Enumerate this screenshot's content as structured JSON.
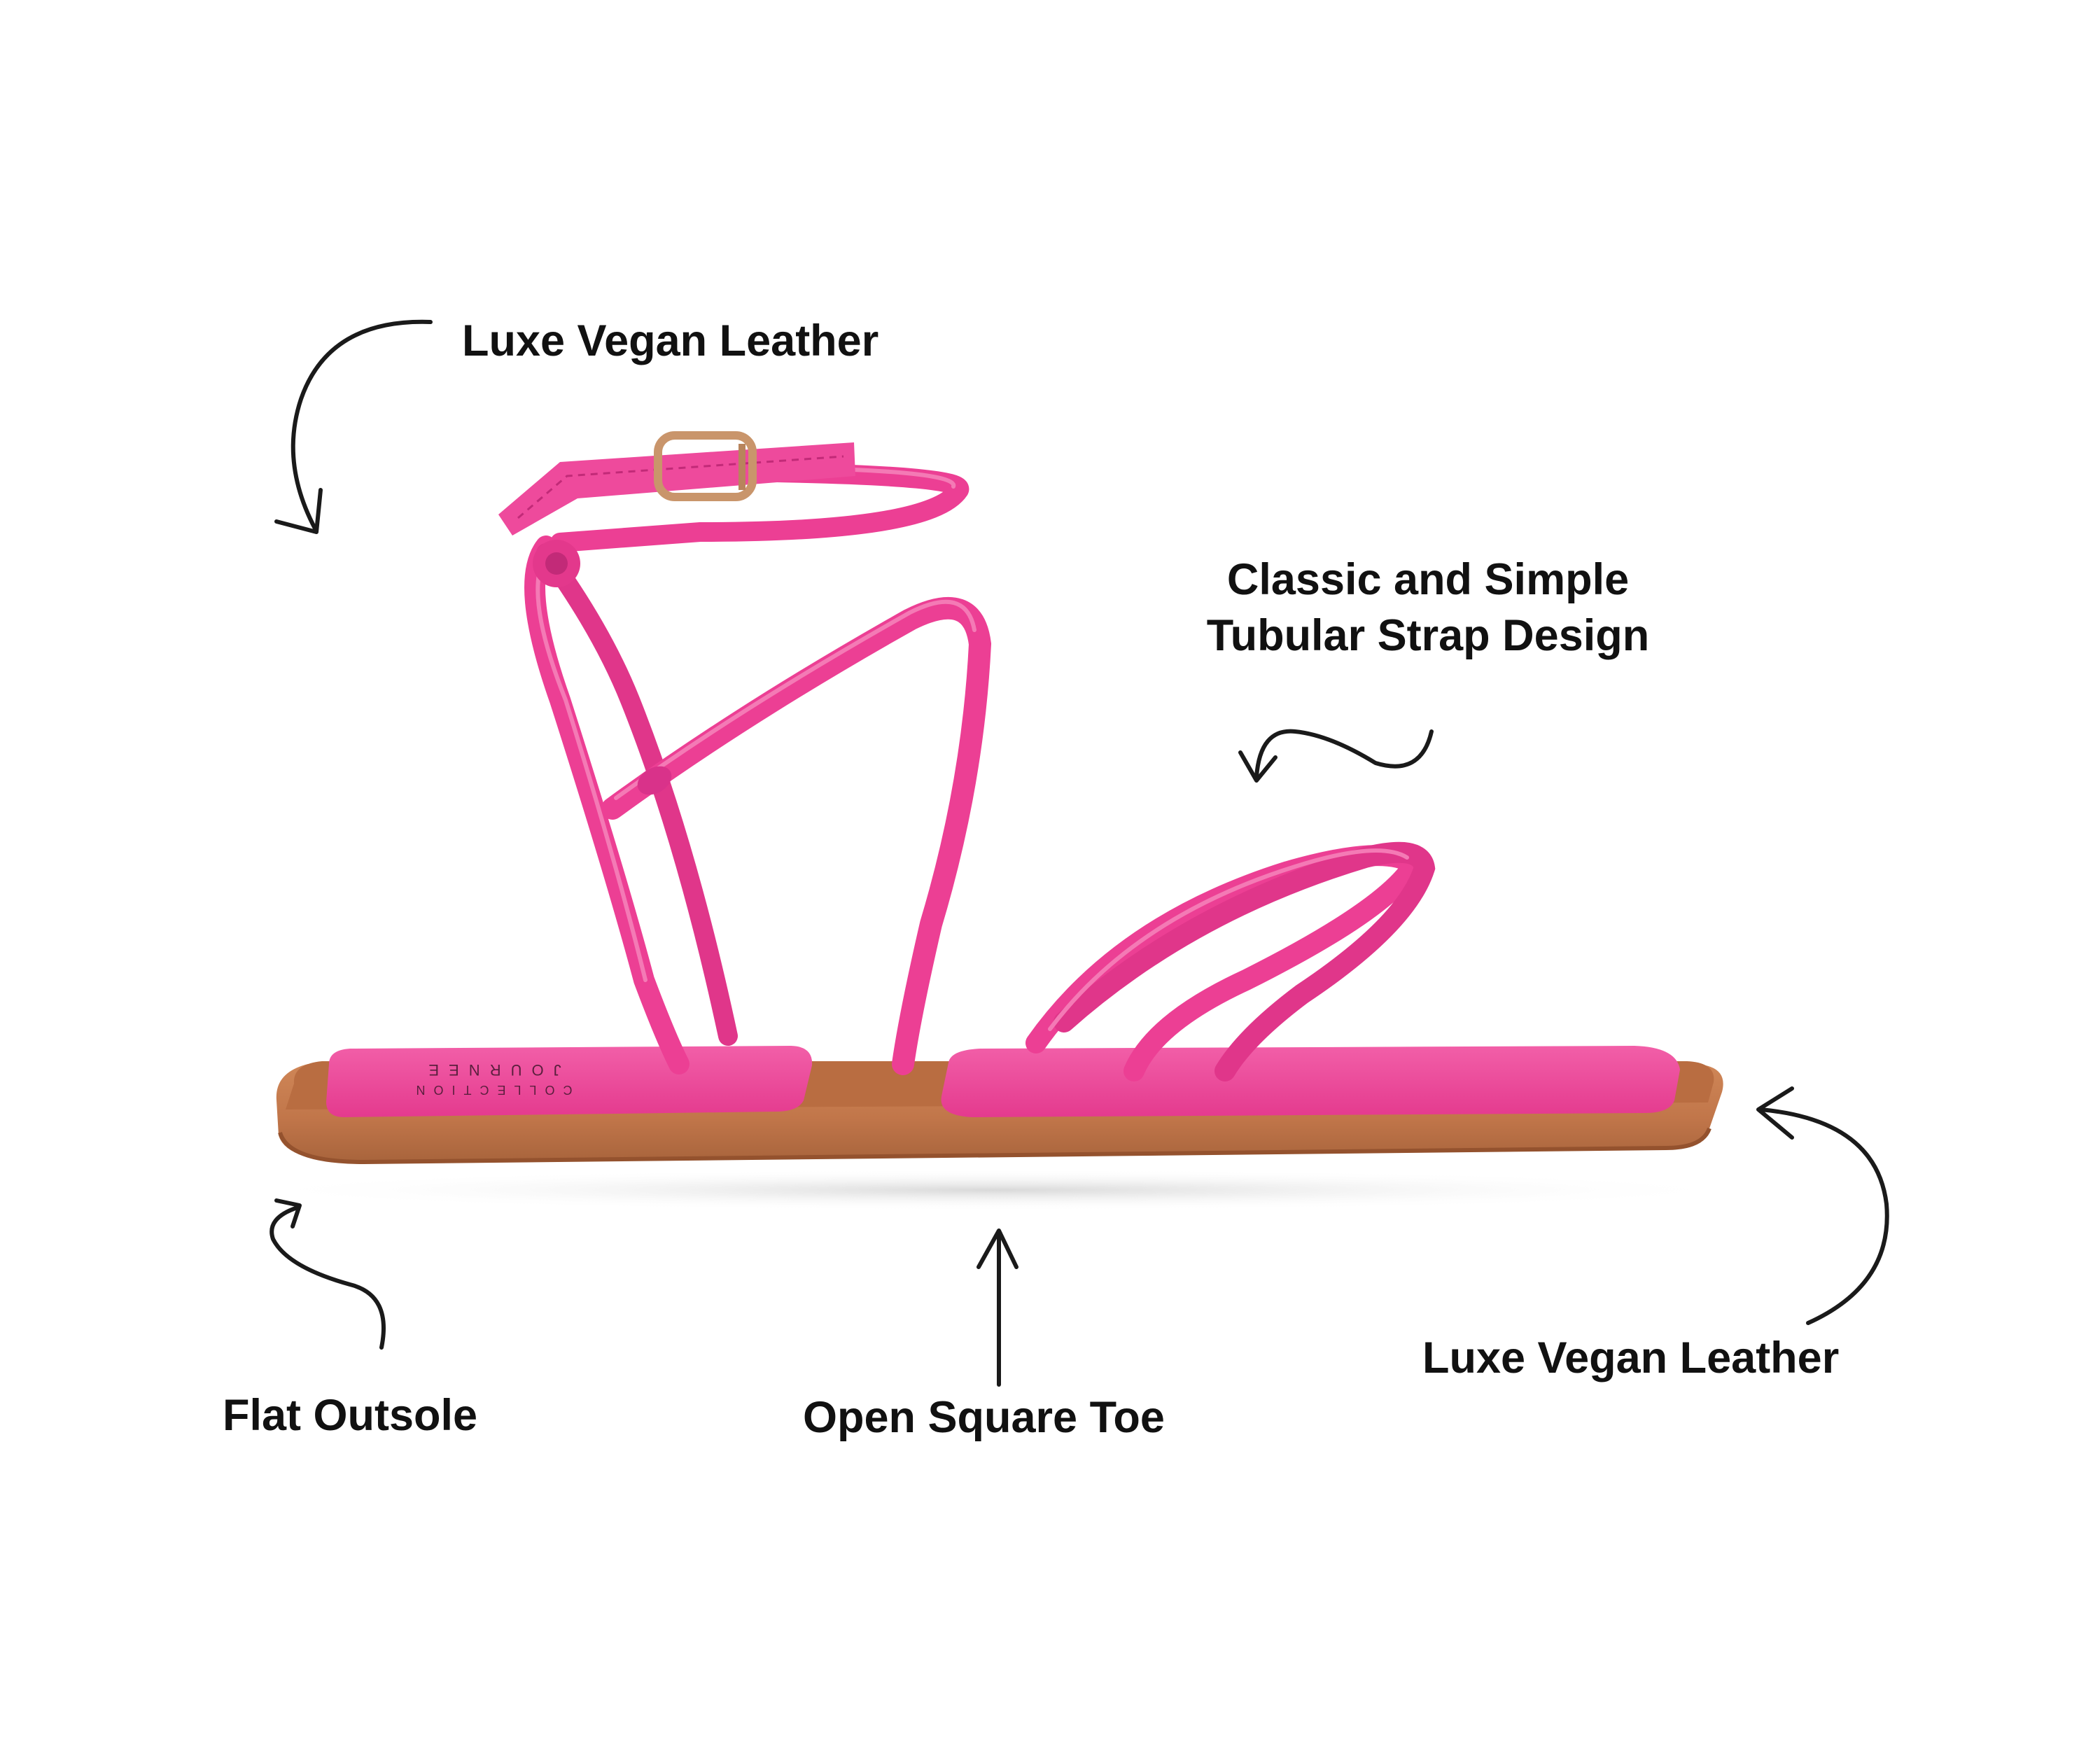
{
  "colors": {
    "strap_pink": "#ec3f94",
    "strap_highlight": "#f47ab5",
    "strap_shadow": "#c22a78",
    "footbed_pink": "#ee4a9c",
    "sole_tan": "#c1764a",
    "sole_dark": "#9d5a34",
    "buckle_gold": "#c9956b",
    "arrow_ink": "#1a1a1a",
    "text_ink": "#111111",
    "background": "#ffffff"
  },
  "callouts": {
    "top_left": "Luxe Vegan Leather",
    "top_right_line1": "Classic and Simple",
    "top_right_line2": "Tubular Strap Design",
    "bottom_left": "Flat Outsole",
    "bottom_center": "Open Square Toe",
    "bottom_right": "Luxe Vegan Leather"
  },
  "footbed_brand": {
    "line1": "JOURNEE",
    "line2": "COLLECTION"
  },
  "icons": {
    "top_left_arrow": "curved-arrow-down-icon",
    "top_right_arrow": "wavy-arrow-left-icon",
    "bottom_left_arrow": "curved-arrow-up-icon",
    "bottom_center_arrow": "straight-arrow-up-icon",
    "bottom_right_arrow": "curved-arrow-up-left-icon"
  }
}
